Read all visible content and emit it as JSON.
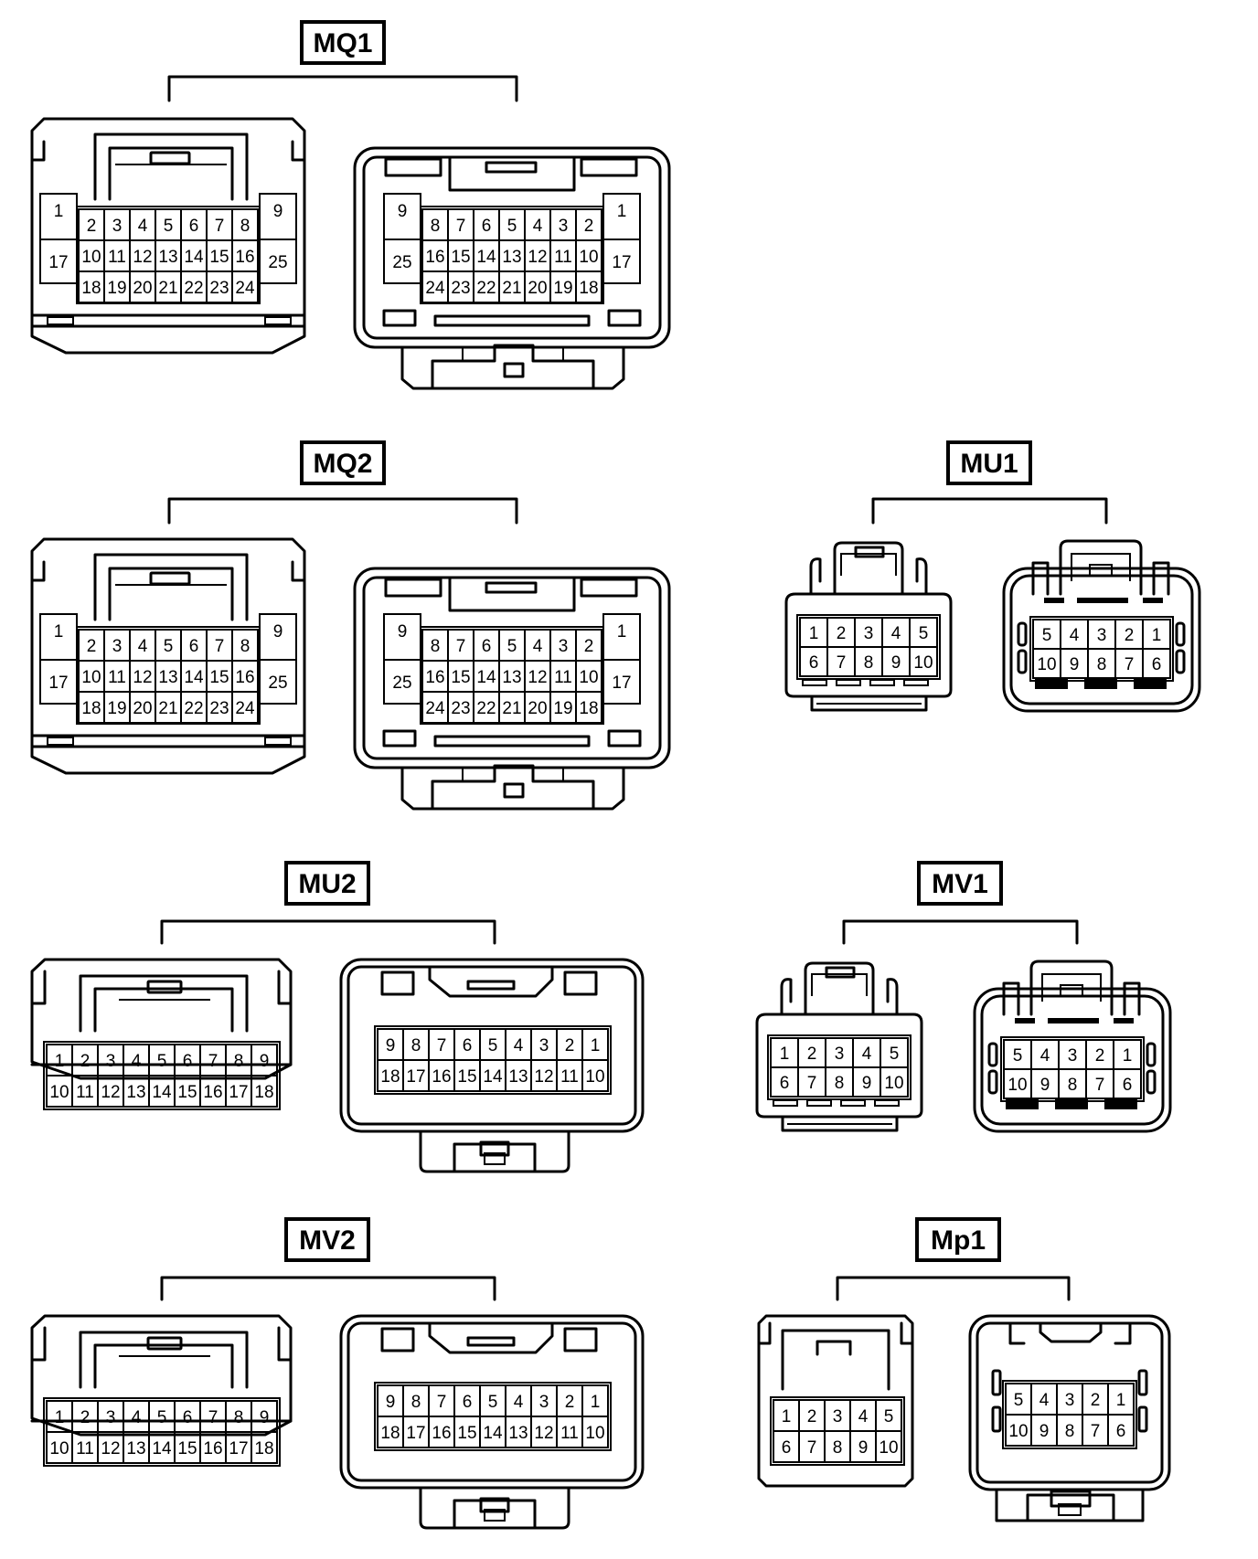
{
  "connectors": [
    {
      "id": "mq1",
      "label": "MQ1"
    },
    {
      "id": "mq2",
      "label": "MQ2"
    },
    {
      "id": "mu1",
      "label": "MU1"
    },
    {
      "id": "mu2",
      "label": "MU2"
    },
    {
      "id": "mv1",
      "label": "MV1"
    },
    {
      "id": "mv2",
      "label": "MV2"
    },
    {
      "id": "mp1",
      "label": "Mp1"
    }
  ],
  "pins": {
    "p1": "1",
    "p2": "2",
    "p3": "3",
    "p4": "4",
    "p5": "5",
    "p6": "6",
    "p7": "7",
    "p8": "8",
    "p9": "9",
    "p10": "10",
    "p11": "11",
    "p12": "12",
    "p13": "13",
    "p14": "14",
    "p15": "15",
    "p16": "16",
    "p17": "17",
    "p18": "18",
    "p19": "19",
    "p20": "20",
    "p21": "21",
    "p22": "22",
    "p23": "23",
    "p24": "24",
    "p25": "25"
  }
}
